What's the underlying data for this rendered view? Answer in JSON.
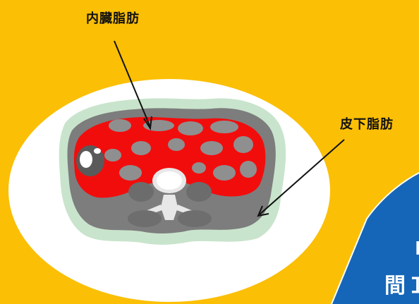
{
  "labels": {
    "visceral_fat": "内臓脂肪",
    "subcutaneous_fat": "皮下脂肪"
  },
  "corner_banner": {
    "line1": "I",
    "line2": "間Ｉ"
  },
  "colors": {
    "background": "#fbbf06",
    "ellipse": "#ffffff",
    "subcutaneous": "#c9e4cc",
    "visceral": "#f20d0d",
    "tissue": "#8a8a8a",
    "banner": "#1566b8"
  },
  "icons": [
    "ct-cross-section-image",
    "arrow-icon"
  ]
}
